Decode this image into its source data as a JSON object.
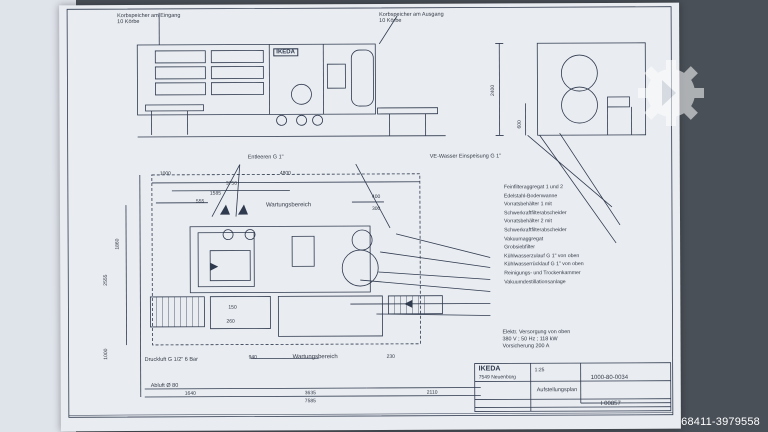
{
  "top_view": {
    "label_left": "Korbspeicher am Eingang",
    "label_left_sub": "10 Körbe",
    "label_right": "Korbspeicher am Ausgang",
    "label_right_sub": "10 Körbe",
    "brand": "IKEDA"
  },
  "plan": {
    "entleeren": "Entleeren G 1\"",
    "ve_wasser": "VE-Wasser Einspeisung G 1\"",
    "wartung_top": "Wartungsbereich",
    "wartung_bottom": "Wartungsbereich",
    "druckluft": "Druckluft G 1/2\" 6 Bar",
    "abluft": "Abluft Ø 80"
  },
  "dims": {
    "d1000": "1000",
    "d4800": "4800",
    "d3750": "3750",
    "d1585": "1585",
    "d555": "555",
    "d400": "400",
    "d300": "300",
    "d1860": "1860",
    "d2555": "2555",
    "d1000b": "1000",
    "d150": "150",
    "d260": "260",
    "d940": "940",
    "d230": "230",
    "d1640": "1640",
    "d3635": "3635",
    "d2110": "2110",
    "d7585": "7585",
    "d2400": "2400",
    "d600": "600"
  },
  "legend": [
    "Feinfilteraggregat 1 und 2",
    "Edelstahl-Bodenwanne",
    "Vorratsbehälter 1 mit",
    "Schwerkraftfilterabscheider",
    "Vorratsbehälter 2 mit",
    "Schwerkraftfilterabscheider",
    "Vakuumaggregat",
    "Grobsiebfilter",
    "Kühlwasserzulauf G 1\" von oben",
    "Kühlwasserrücklauf G 1\" von oben",
    "Reinigungs- und Trockenkammer",
    "Vakuumdestillationsanlage"
  ],
  "supply": {
    "l1": "Elektr. Versorgung von oben",
    "l2": "380 V ; 50 Hz ; 118 kW",
    "l3": "Vorsicherung 200 A"
  },
  "titleblock": {
    "company": "7549 Neuenbürg",
    "drawing_no": "1000-80-0034",
    "title": "Aufstellungsplan",
    "scale": "1:25",
    "sheet_no": "I 00857"
  },
  "watermark": "68411-3979558"
}
